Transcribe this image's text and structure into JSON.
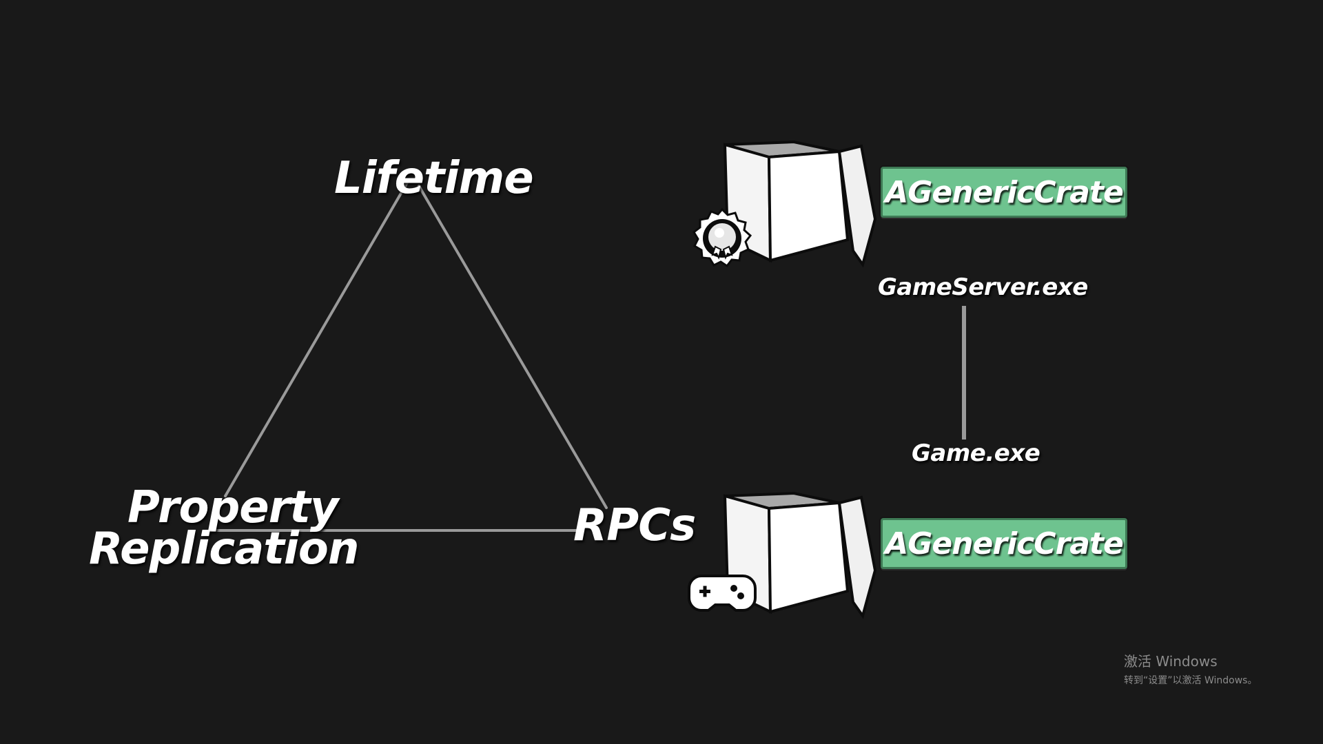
{
  "triangle": {
    "top_label": "Lifetime",
    "left_label_line1": "Property",
    "left_label_line2": "Replication",
    "right_label": "RPCs"
  },
  "server": {
    "crate_label": "AGenericCrate",
    "process_label": "GameServer.exe",
    "icon": "server-badge-icon"
  },
  "client": {
    "crate_label": "AGenericCrate",
    "process_label": "Game.exe",
    "icon": "gamepad-icon"
  },
  "colors": {
    "background": "#191919",
    "label_fill": "#6ec38f",
    "line": "#9a9a9a"
  },
  "watermark": {
    "line1": "激活 Windows",
    "line2": "转到“设置”以激活 Windows。"
  }
}
